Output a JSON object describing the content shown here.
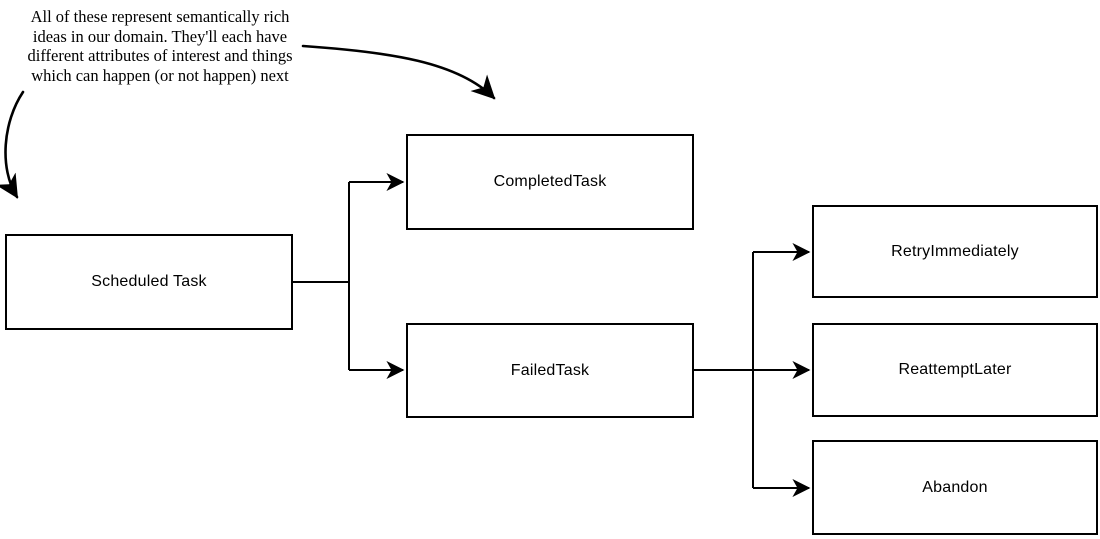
{
  "annotation": {
    "lines": [
      "All of these represent semantically rich",
      "ideas in our domain. They'll each have",
      "different attributes of interest and things",
      "which can happen (or not happen) next"
    ]
  },
  "nodes": {
    "scheduled": {
      "label": "Scheduled Task"
    },
    "completed": {
      "label": "CompletedTask"
    },
    "failed": {
      "label": "FailedTask"
    },
    "retry": {
      "label": "RetryImmediately"
    },
    "reattempt": {
      "label": "ReattemptLater"
    },
    "abandon": {
      "label": "Abandon"
    }
  },
  "edges": [
    {
      "from": "Scheduled Task",
      "to": "CompletedTask"
    },
    {
      "from": "Scheduled Task",
      "to": "FailedTask"
    },
    {
      "from": "FailedTask",
      "to": "RetryImmediately"
    },
    {
      "from": "FailedTask",
      "to": "ReattemptLater"
    },
    {
      "from": "FailedTask",
      "to": "Abandon"
    },
    {
      "from": "annotation",
      "to": "Scheduled Task"
    },
    {
      "from": "annotation",
      "to": "CompletedTask"
    }
  ],
  "colors": {
    "line": "#000000",
    "background": "#ffffff",
    "text": "#000000"
  }
}
